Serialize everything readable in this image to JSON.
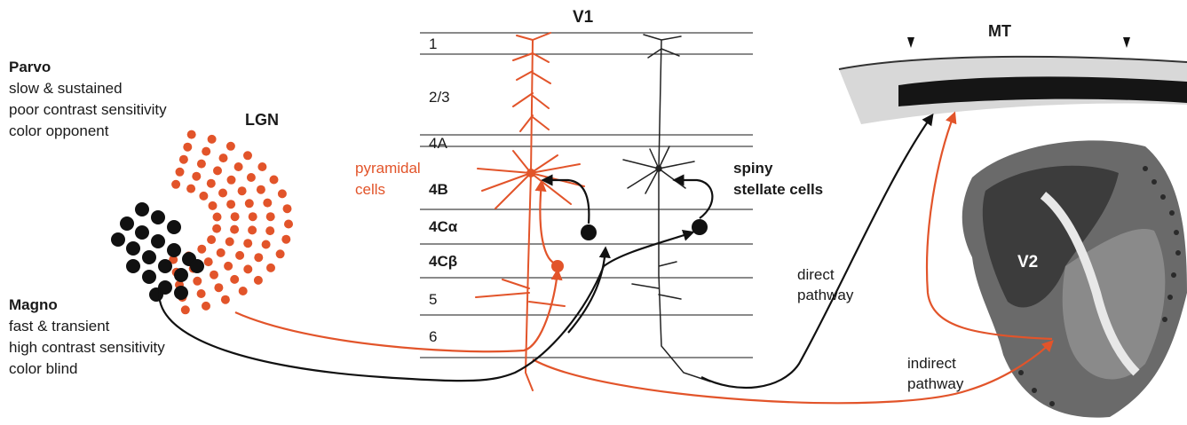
{
  "colors": {
    "parvo": "#e2542a",
    "magno": "#111111",
    "lines": "#444444"
  },
  "lgn": {
    "label": "LGN",
    "parvo": {
      "title": "Parvo",
      "lines": [
        "slow & sustained",
        "poor contrast sensitivity",
        "color opponent"
      ]
    },
    "magno": {
      "title": "Magno",
      "lines": [
        "fast & transient",
        "high contrast sensitivity",
        "color blind"
      ]
    }
  },
  "v1": {
    "title": "V1",
    "layers": [
      "1",
      "2/3",
      "4A",
      "4B",
      "4Cα",
      "4Cβ",
      "5",
      "6"
    ],
    "pyramidal_label": [
      "pyramidal",
      "cells"
    ],
    "stellate_label": [
      "spiny",
      "stellate cells"
    ]
  },
  "mt": {
    "label": "MT"
  },
  "v2": {
    "label": "V2"
  },
  "pathways": {
    "direct": [
      "direct",
      "pathway"
    ],
    "indirect": [
      "indirect",
      "pathway"
    ]
  }
}
